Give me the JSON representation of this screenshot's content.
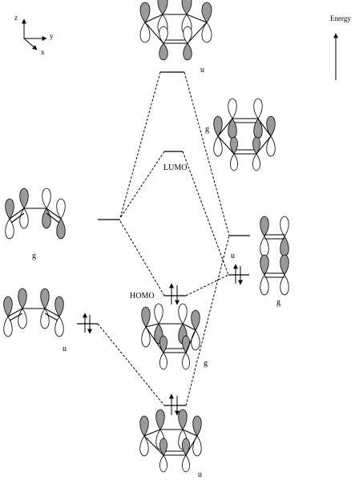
{
  "axes": {
    "z": "z",
    "y": "y",
    "x": "x"
  },
  "energy_label": "Energy",
  "labels": {
    "top_u": "u",
    "g_right": "g",
    "lumo": "LUMO",
    "allyl_g": "g",
    "ethylene_u": "u",
    "ethylene_g": "g",
    "homo": "HOMO",
    "allyl_u": "u",
    "ring_g": "g",
    "bottom_u": "u"
  }
}
